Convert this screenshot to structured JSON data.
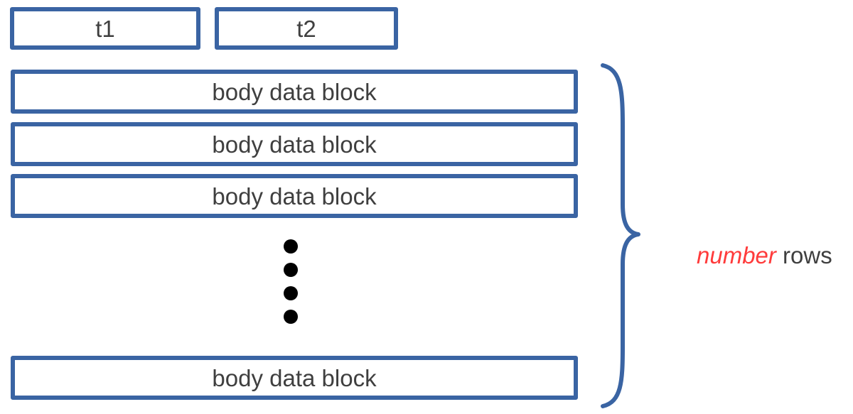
{
  "header": {
    "cells": [
      "t1",
      "t2"
    ]
  },
  "body": {
    "rows": [
      "body data block",
      "body data block",
      "body data block",
      "body data block"
    ]
  },
  "annotation": {
    "emphasis": "number",
    "text": " rows",
    "emphasis_color": "#ff3b3b"
  },
  "colors": {
    "block_border": "#3a64a3",
    "text": "#3f3f3f",
    "ellipsis_dots": "#000000"
  }
}
